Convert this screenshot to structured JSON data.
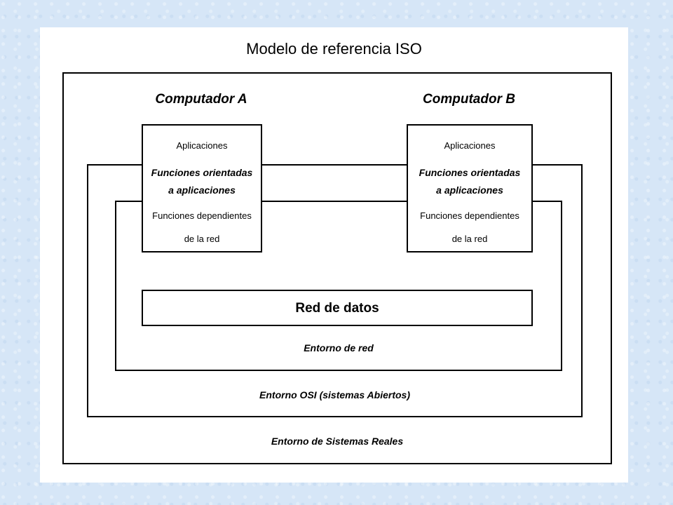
{
  "title": "Modelo de referencia ISO",
  "computers": [
    {
      "name": "Computador A",
      "aplicaciones": "Aplicaciones",
      "funciones_orientadas": [
        "Funciones orientadas",
        "a aplicaciones"
      ],
      "funciones_dependientes": [
        "Funciones dependientes",
        "de la red"
      ]
    },
    {
      "name": "Computador B",
      "aplicaciones": "Aplicaciones",
      "funciones_orientadas": [
        "Funciones orientadas",
        "a aplicaciones"
      ],
      "funciones_dependientes": [
        "Funciones dependientes",
        "de la red"
      ]
    }
  ],
  "red_de_datos": "Red de datos",
  "environments": {
    "red": "Entorno de red",
    "osi": "Entorno OSI (sistemas Abiertos)",
    "reales": "Entorno de Sistemas Reales"
  }
}
